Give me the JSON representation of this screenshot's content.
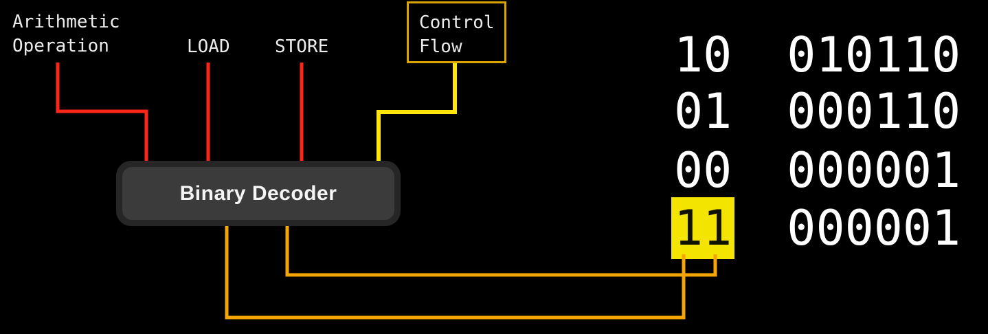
{
  "theme": {
    "background": "#000000",
    "wire-red": "#fa2617",
    "wire-yellow": "#ffe50a",
    "wire-orange": "#f5a506",
    "control-box-border": "#dba400",
    "highlight": "#f3e402",
    "decoder-border": "#262626",
    "decoder-fill": "#3b3b3b",
    "label-text": "#ececec",
    "decoder-text": "#f5f5f5"
  },
  "labels": {
    "arithmetic": {
      "line1": "Arithmetic",
      "line2": "Operation"
    },
    "load": "LOAD",
    "store": "STORE",
    "control_flow": {
      "line1": "Control",
      "line2": "Flow"
    }
  },
  "decoder": {
    "label": "Binary Decoder"
  },
  "opcode_table": {
    "rows": [
      {
        "opcode": "10",
        "instruction": "010110",
        "highlighted": false
      },
      {
        "opcode": "01",
        "instruction": "000110",
        "highlighted": false
      },
      {
        "opcode": "00",
        "instruction": "000001",
        "highlighted": false
      },
      {
        "opcode": "11",
        "instruction": "000001",
        "highlighted": true
      }
    ]
  }
}
